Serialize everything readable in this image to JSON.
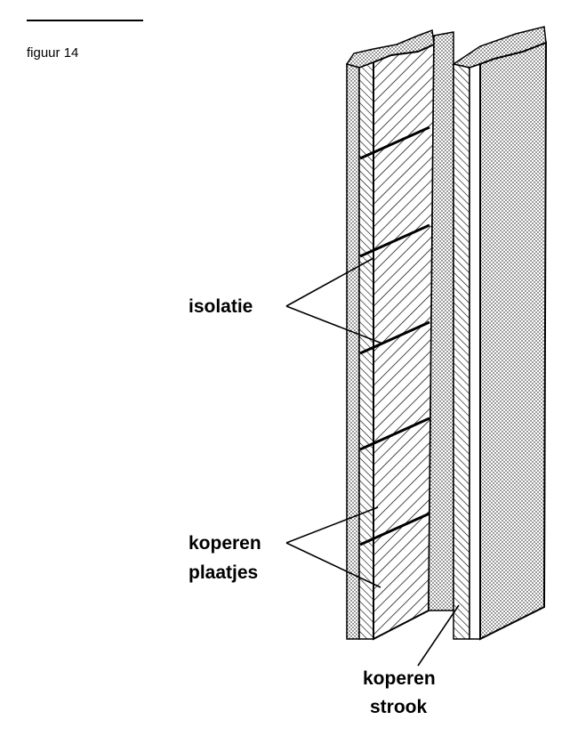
{
  "figure": {
    "label": "figuur 14"
  },
  "labels": {
    "isolatie": "isolatie",
    "koperen_plaatjes_line1": "koperen",
    "koperen_plaatjes_line2": "plaatjes",
    "koperen_strook_line1": "koperen",
    "koperen_strook_line2": "strook"
  }
}
